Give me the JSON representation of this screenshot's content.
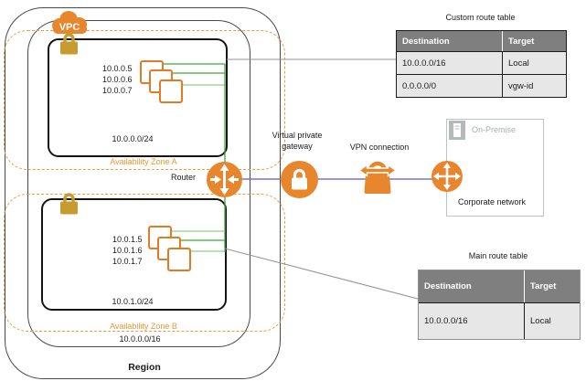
{
  "diagram": {
    "region_label": "Region",
    "vpc_badge": "VPC",
    "vpc_cidr": "10.0.0.0/16",
    "az_a": {
      "label": "Availability Zone A",
      "subnet_cidr": "10.0.0.0/24",
      "instances": [
        "10.0.0.5",
        "10.0.0.6",
        "10.0.0.7"
      ]
    },
    "az_b": {
      "label": "Availability Zone B",
      "subnet_cidr": "10.0.1.0/24",
      "instances": [
        "10.0.1.5",
        "10.0.1.6",
        "10.0.1.7"
      ]
    },
    "router_label": "Router",
    "vgw_label_line1": "Virtual private",
    "vgw_label_line2": "gateway",
    "vpn_label": "VPN connection",
    "onprem_badge": "On-Premise",
    "onprem_label": "Corporate network"
  },
  "custom_route_table": {
    "title": "Custom route table",
    "headers": [
      "Destination",
      "Target"
    ],
    "rows": [
      [
        "10.0.0.0/16",
        "Local"
      ],
      [
        "0.0.0.0/0",
        "vgw-id"
      ]
    ]
  },
  "main_route_table": {
    "title": "Main route table",
    "headers": [
      "Destination",
      "Target"
    ],
    "rows": [
      [
        "10.0.0.0/16",
        "Local"
      ]
    ]
  },
  "colors": {
    "aws_orange": "#e8862d",
    "az_dash_orange": "#f09b43",
    "gold_lock": "#c79c2f",
    "green_dark": "#3fa63f",
    "green_light": "#8fce8f",
    "vpn_blue": "#7173e0",
    "connector_gray": "#909090",
    "table_header_bg": "#7f7f7f",
    "table_row_bg": "#e7e7e7"
  }
}
